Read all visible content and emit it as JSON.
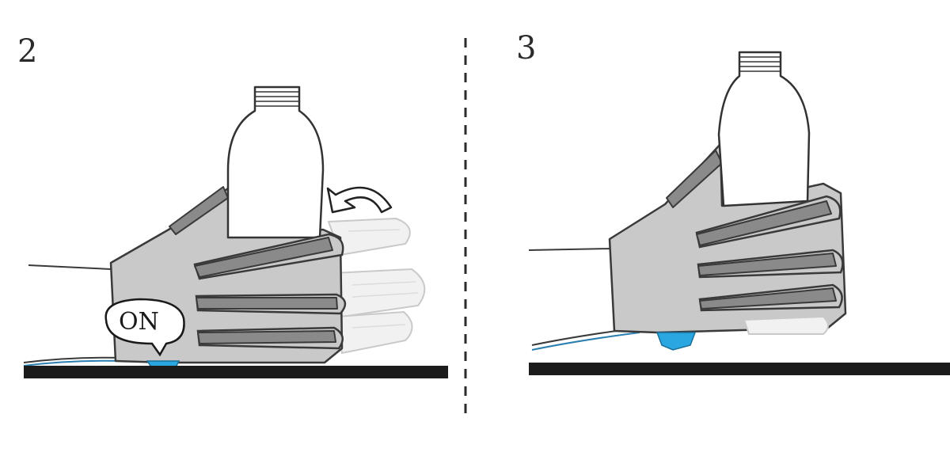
{
  "panels": [
    {
      "step_label": "2",
      "callout_text": "ON"
    },
    {
      "step_label": "3"
    }
  ],
  "colors": {
    "glove": "#c9c9c9",
    "strap": "#8a8a8a",
    "sensor": "#2aa7e0",
    "table": "#1b1b1b"
  },
  "icons": {
    "motion_arrow": "curved-arrow-icon"
  }
}
